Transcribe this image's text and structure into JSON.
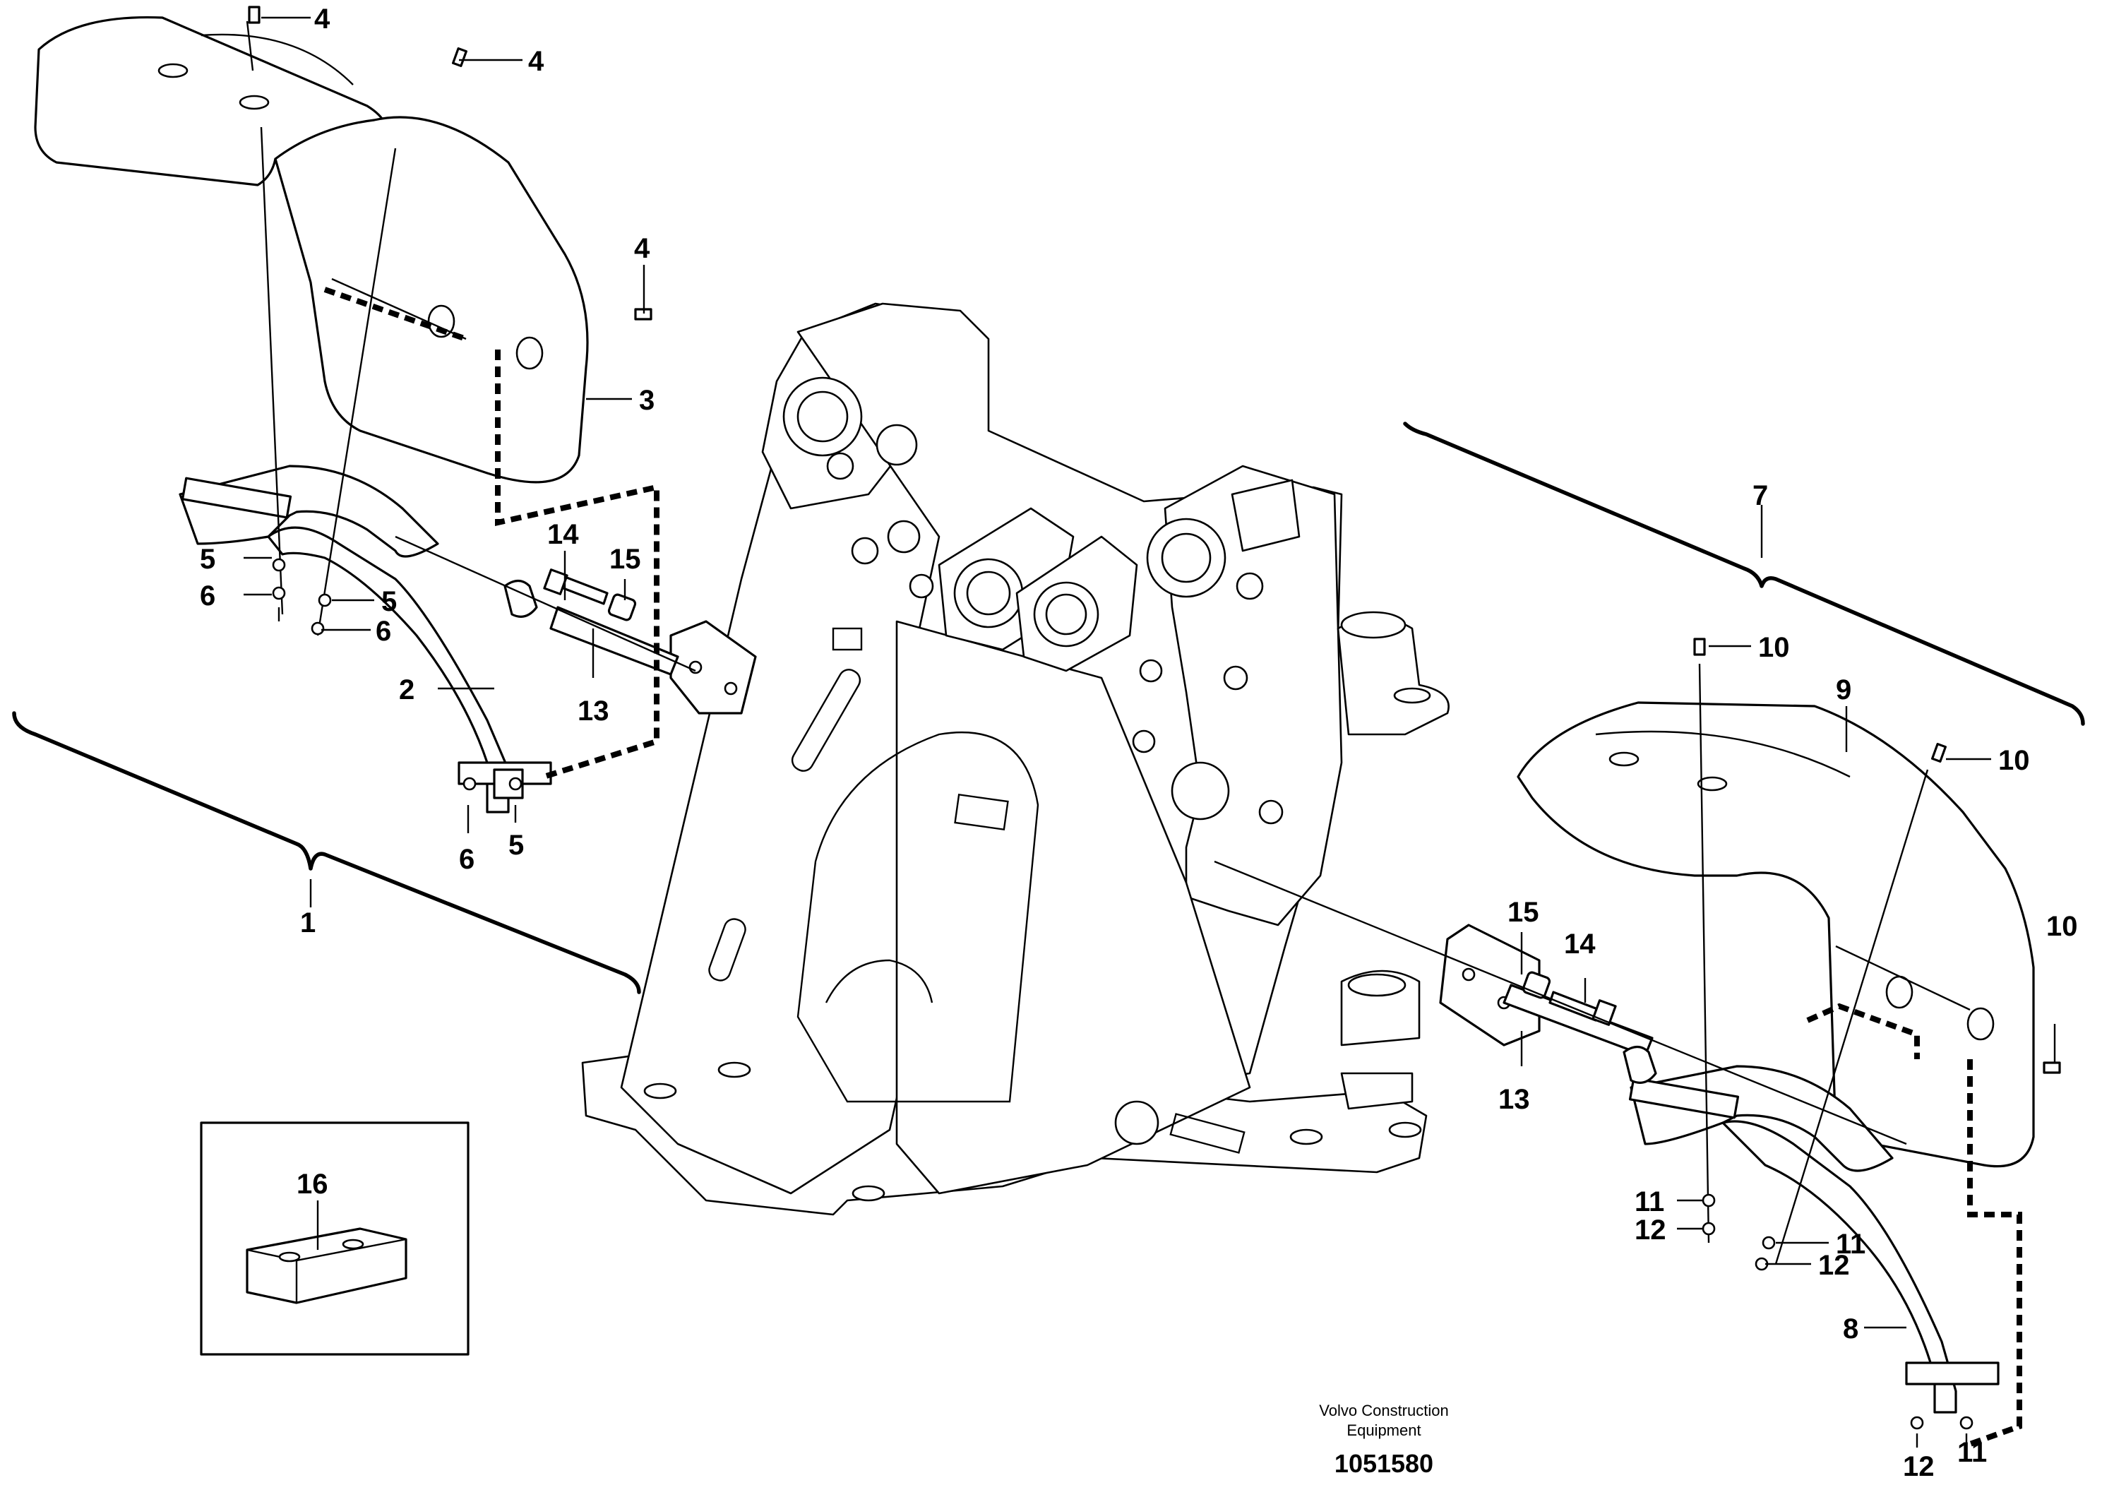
{
  "callouts": [
    {
      "id": "c4a",
      "text": "4"
    },
    {
      "id": "c4b",
      "text": "4"
    },
    {
      "id": "c4c",
      "text": "4"
    },
    {
      "id": "c3",
      "text": "3"
    },
    {
      "id": "c14a",
      "text": "14"
    },
    {
      "id": "c15a",
      "text": "15"
    },
    {
      "id": "c5a",
      "text": "5"
    },
    {
      "id": "c6a",
      "text": "6"
    },
    {
      "id": "c5b",
      "text": "5"
    },
    {
      "id": "c6b",
      "text": "6"
    },
    {
      "id": "c2",
      "text": "2"
    },
    {
      "id": "c13a",
      "text": "13"
    },
    {
      "id": "c6c",
      "text": "6"
    },
    {
      "id": "c5c",
      "text": "5"
    },
    {
      "id": "c1",
      "text": "1"
    },
    {
      "id": "c7",
      "text": "7"
    },
    {
      "id": "c10a",
      "text": "10"
    },
    {
      "id": "c9",
      "text": "9"
    },
    {
      "id": "c10b",
      "text": "10"
    },
    {
      "id": "c10c",
      "text": "10"
    },
    {
      "id": "c15b",
      "text": "15"
    },
    {
      "id": "c14b",
      "text": "14"
    },
    {
      "id": "c13b",
      "text": "13"
    },
    {
      "id": "c11a",
      "text": "11"
    },
    {
      "id": "c12a",
      "text": "12"
    },
    {
      "id": "c11b",
      "text": "11"
    },
    {
      "id": "c12b",
      "text": "12"
    },
    {
      "id": "c8",
      "text": "8"
    },
    {
      "id": "c12c",
      "text": "12"
    },
    {
      "id": "c11c",
      "text": "11"
    },
    {
      "id": "c16",
      "text": "16"
    }
  ],
  "caption": {
    "line1": "Volvo Construction",
    "line2": "Equipment",
    "number": "1051580"
  }
}
